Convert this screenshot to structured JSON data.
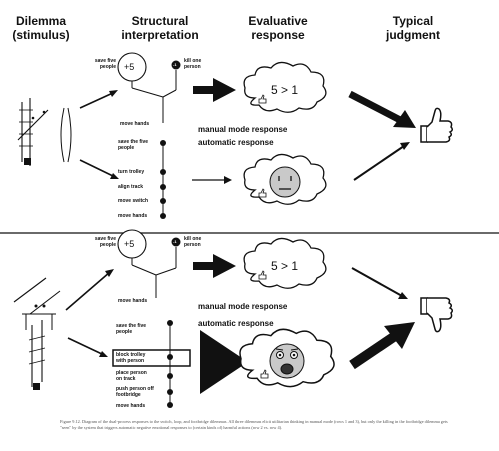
{
  "headers": {
    "dilemma_line1": "Dilemma",
    "dilemma_line2": "(stimulus)",
    "structural_line1": "Structural",
    "structural_line2": "interpretation",
    "evaluative_line1": "Evaluative",
    "evaluative_line2": "response",
    "typical_line1": "Typical",
    "typical_line2": "judgment"
  },
  "top_panel": {
    "save_five": "save five",
    "save_five_2": "people",
    "plus_five": "+5",
    "minus_one": "-1",
    "kill_one": "kill one",
    "kill_one_2": "person",
    "move_hands_1": "move hands",
    "manual_mode": "manual mode response",
    "automatic_mode": "automatic response",
    "save_the_five": "save the five",
    "save_the_five_2": "people",
    "turn_trolley": "turn trolley",
    "align_track": "align track",
    "move_switch": "move switch",
    "move_hands_2": "move hands",
    "comparison": "5 > 1"
  },
  "bottom_panel": {
    "save_five": "save five",
    "save_five_2": "people",
    "plus_five": "+5",
    "minus_one": "-1",
    "kill_one": "kill one",
    "kill_one_2": "person",
    "move_hands_1": "move hands",
    "manual_mode": "manual mode response",
    "automatic_mode": "automatic response",
    "save_the_five": "save the five",
    "save_the_five_2": "people",
    "block_trolley": "block trolley",
    "block_trolley_2": "with person",
    "place_person": "place person",
    "place_person_2": "on track",
    "push_person": "push person off",
    "push_person_2": "footbridge",
    "move_hands_2": "move hands",
    "comparison": "5 > 1"
  },
  "caption": "Figure 9.12. Diagram of the dual-process responses to the switch, loop, and footbridge dilemmas. All three dilemmas elicit utilitarian thinking in manual mode (rows 1 and 3), but only the killing in the footbridge dilemma gets \"seen\" by the system that triggers automatic negative emotional responses to (certain kinds of) harmful actions (row 2 vs. row 4).",
  "colors": {
    "ink": "#111111",
    "face_fill": "#c9c9c9",
    "caption": "#555555"
  },
  "icons": [
    "thumbs-up-icon",
    "thumbs-down-icon",
    "neutral-face-icon",
    "horrified-face-icon",
    "thumb-icon"
  ]
}
